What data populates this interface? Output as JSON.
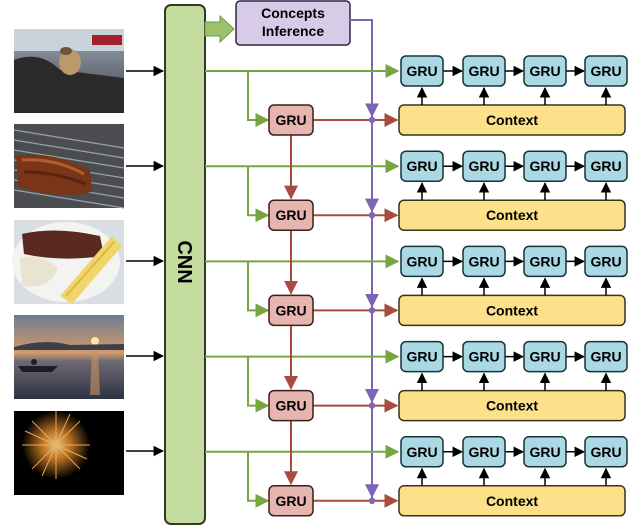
{
  "diagram": {
    "cnn_label": "CNN",
    "concepts_label_line1": "Concepts",
    "concepts_label_line2": "Inference",
    "gru_label": "GRU",
    "context_label": "Context"
  },
  "rows": [
    {
      "photo": "dog-in-car-photo",
      "left_gru": "GRU",
      "context": "Context",
      "chain": [
        "GRU",
        "GRU",
        "GRU",
        "GRU"
      ]
    },
    {
      "photo": "barbecue-ribs-photo",
      "left_gru": "GRU",
      "context": "Context",
      "chain": [
        "GRU",
        "GRU",
        "GRU",
        "GRU"
      ]
    },
    {
      "photo": "plate-food-corn-photo",
      "left_gru": "GRU",
      "context": "Context",
      "chain": [
        "GRU",
        "GRU",
        "GRU",
        "GRU"
      ]
    },
    {
      "photo": "lake-sunset-photo",
      "left_gru": "GRU",
      "context": "Context",
      "chain": [
        "GRU",
        "GRU",
        "GRU",
        "GRU"
      ]
    },
    {
      "photo": "fireworks-photo",
      "left_gru": "GRU",
      "context": "Context",
      "chain": [
        "GRU",
        "GRU",
        "GRU",
        "GRU"
      ]
    }
  ],
  "colors": {
    "cnn_fill": "#c5dca0",
    "cnn_stroke": "#2f3b22",
    "concepts_fill": "#d7cbe8",
    "green_line": "#77a640",
    "purple_line": "#7a65b6",
    "red_line": "#a94b3e",
    "left_gru_fill": "#e7b5b0",
    "context_fill": "#fde08a",
    "chain_gru_fill": "#aad9e4"
  }
}
